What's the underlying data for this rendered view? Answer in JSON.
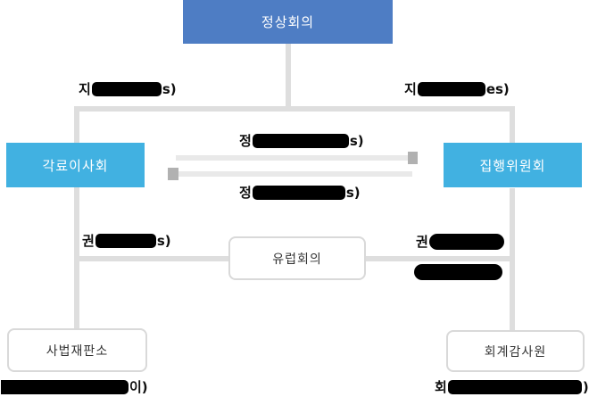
{
  "colors": {
    "primary_blue": "#4e7dc4",
    "accent_cyan": "#41b1e1",
    "line_gray": "#dedede",
    "arrow_bar_gray": "#e9e9e9",
    "arrowhead_gray": "#b1b1b1",
    "white_node_border": "#d9d9d9",
    "redaction_black": "#000000"
  },
  "nodes": {
    "summit": "정상회의",
    "council_of_ministers": "각료이사회",
    "executive_commission": "집행위원회",
    "european_council": "유럽회의",
    "court_of_justice": "사법재판소",
    "court_of_auditors": "회계감사원"
  },
  "labels": {
    "top_left": {
      "prefix": "지",
      "suffix": "s)"
    },
    "top_right": {
      "prefix": "지",
      "suffix": "es)"
    },
    "arrow_top": {
      "prefix": "정",
      "suffix": "s)"
    },
    "arrow_bottom": {
      "prefix": "정",
      "suffix": "s)"
    },
    "mid_left": {
      "prefix": "권",
      "suffix": "s)"
    },
    "mid_right_line1": {
      "prefix": "권",
      "suffix": ""
    },
    "mid_right_line2": {
      "prefix": "",
      "suffix": ""
    },
    "bottom_left": {
      "prefix": "",
      "suffix": "이)"
    },
    "bottom_right": {
      "prefix": "회",
      "suffix": ")"
    }
  }
}
